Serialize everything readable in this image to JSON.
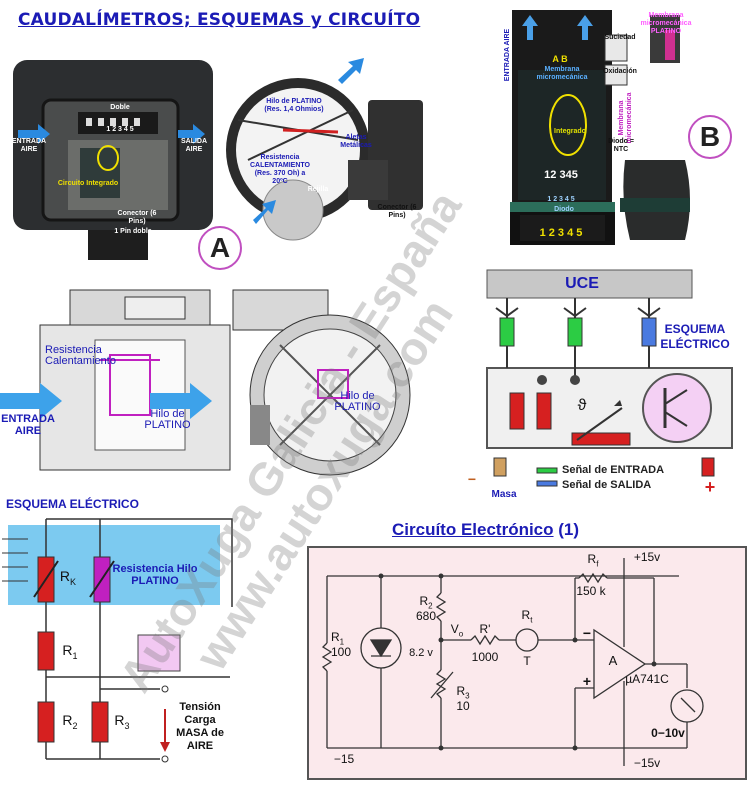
{
  "title": "CAUDALÍMETROS; ESQUEMAS y CIRCUÍTO",
  "panel_a": {
    "badge": "A",
    "entrada": "ENTRADA AIRE",
    "salida": "SALIDA AIRE",
    "doble": "Doble",
    "pins": "1 2 3 4 5",
    "integrado": "Circuito Integrado",
    "conector": "Conector (6 Pins)",
    "pin_doble": "1 Pin doble",
    "hilo": "Hilo de PLATINO (Res. 1,4 Ohmios)",
    "resistencia": "Resistencia CALENTAMIENTO (Res. 370 Oh) a 20ºC",
    "aletas": "Aletas Metálicas",
    "rejilla": "Rejilla",
    "conector2": "Conector (6 Pins)"
  },
  "panel_b": {
    "badge": "B",
    "entrada": "ENTRADA AIRE",
    "ab": "A B",
    "membrana": "Membrana micromecánica",
    "integrado": "Integrado",
    "pins_top": "12 345",
    "pins_small": "1 2 3 4 5",
    "diodo": "Diodo",
    "pins_bottom": "1 2 3 4 5",
    "suciedad": "Suciedad",
    "oxidacion": "Oxidación",
    "membrana2": "Membrana micromecánica",
    "membrana_platino": "Membrana micromecánica PLATINO",
    "diodo_ntc": "Diodo = NTC"
  },
  "mid_left": {
    "resistencia": "Resistencia Calentamiento",
    "entrada": "ENTRADA AIRE",
    "hilo1": "Hilo de PLATINO",
    "hilo2": "Hilo de PLATINO"
  },
  "mid_right": {
    "uce": "UCE",
    "esquema": "ESQUEMA ELÉCTRICO",
    "masa": "Masa",
    "entrada": "Señal de ENTRADA",
    "salida": "Señal de SALIDA",
    "minus": "−",
    "plus": "+",
    "theta": "ϑ"
  },
  "bottom_left": {
    "title": "ESQUEMA ELÉCTRICO",
    "rk": "R",
    "rk_sub": "K",
    "resistencia": "Resistencia Hilo PLATINO",
    "r1": "R",
    "r1_sub": "1",
    "r2": "R",
    "r2_sub": "2",
    "r3": "R",
    "r3_sub": "3",
    "tension": "Tensión Carga MASA de AIRE"
  },
  "circuit": {
    "title": "Circuíto Electrónico",
    "number": "(1)",
    "r1": "R",
    "r1_sub": "1",
    "r1_val": "100",
    "zener": "8.2 v",
    "r2": "R",
    "r2_sub": "2",
    "r2_val": "680",
    "vo": "V",
    "vo_sub": "o",
    "rprime": "R'",
    "rprime_val": "1000",
    "rt": "R",
    "rt_sub": "t",
    "t": "T",
    "r3": "R",
    "r3_sub": "3",
    "r3_val": "10",
    "rf": "R",
    "rf_sub": "f",
    "rf_val": "150 k",
    "plus15": "+15v",
    "minus15b": "−15v",
    "minus15": "−15",
    "opamp": "A",
    "minus_in": "−",
    "plus_in": "+",
    "chip": "µA741C",
    "meter": "0−10v"
  },
  "watermark": {
    "line1": "AutoXuga Galicia - España",
    "line2": "www.autoxuga.com"
  }
}
